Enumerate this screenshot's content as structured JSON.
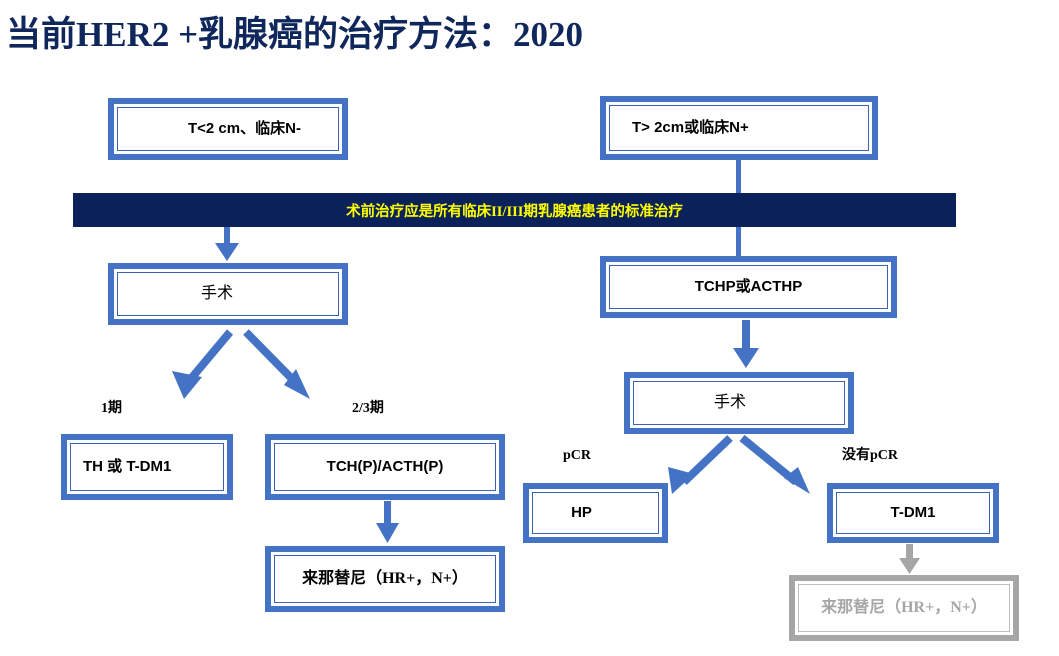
{
  "title": "当前HER2 +乳腺癌的治疗方法：2020",
  "colors": {
    "box_border": "#4472C4",
    "box_inner_border": "#3A63B0",
    "banner_bg": "#0A2159",
    "banner_text": "#FFFF00",
    "title_text": "#10275C",
    "arrow": "#4472C4",
    "grey_border": "#A6A6A6",
    "grey_text": "#A6A6A6",
    "grey_arrow": "#A6A6A6"
  },
  "banner": {
    "text": "术前治疗应是所有临床II/III期乳腺癌患者的标准治疗"
  },
  "left_branch": {
    "entry_box": "T<2 cm、临床N-",
    "surgery_box": "手术",
    "stage1_label": "1期",
    "stage1_box": "TH 或 T-DM1",
    "stage23_label": "2/3期",
    "stage23_box": "TCH(P)/ACTH(P)",
    "neratinib_box": "来那替尼（HR+，N+）"
  },
  "right_branch": {
    "entry_box": "T> 2cm或临床N+",
    "regimen_box": "TCHP或ACTHP",
    "surgery_box": "手术",
    "pcr_label": "pCR",
    "pcr_box": "HP",
    "no_pcr_label": "没有pCR",
    "no_pcr_box": "T-DM1",
    "neratinib_box_inactive": "来那替尼（HR+，N+）"
  }
}
